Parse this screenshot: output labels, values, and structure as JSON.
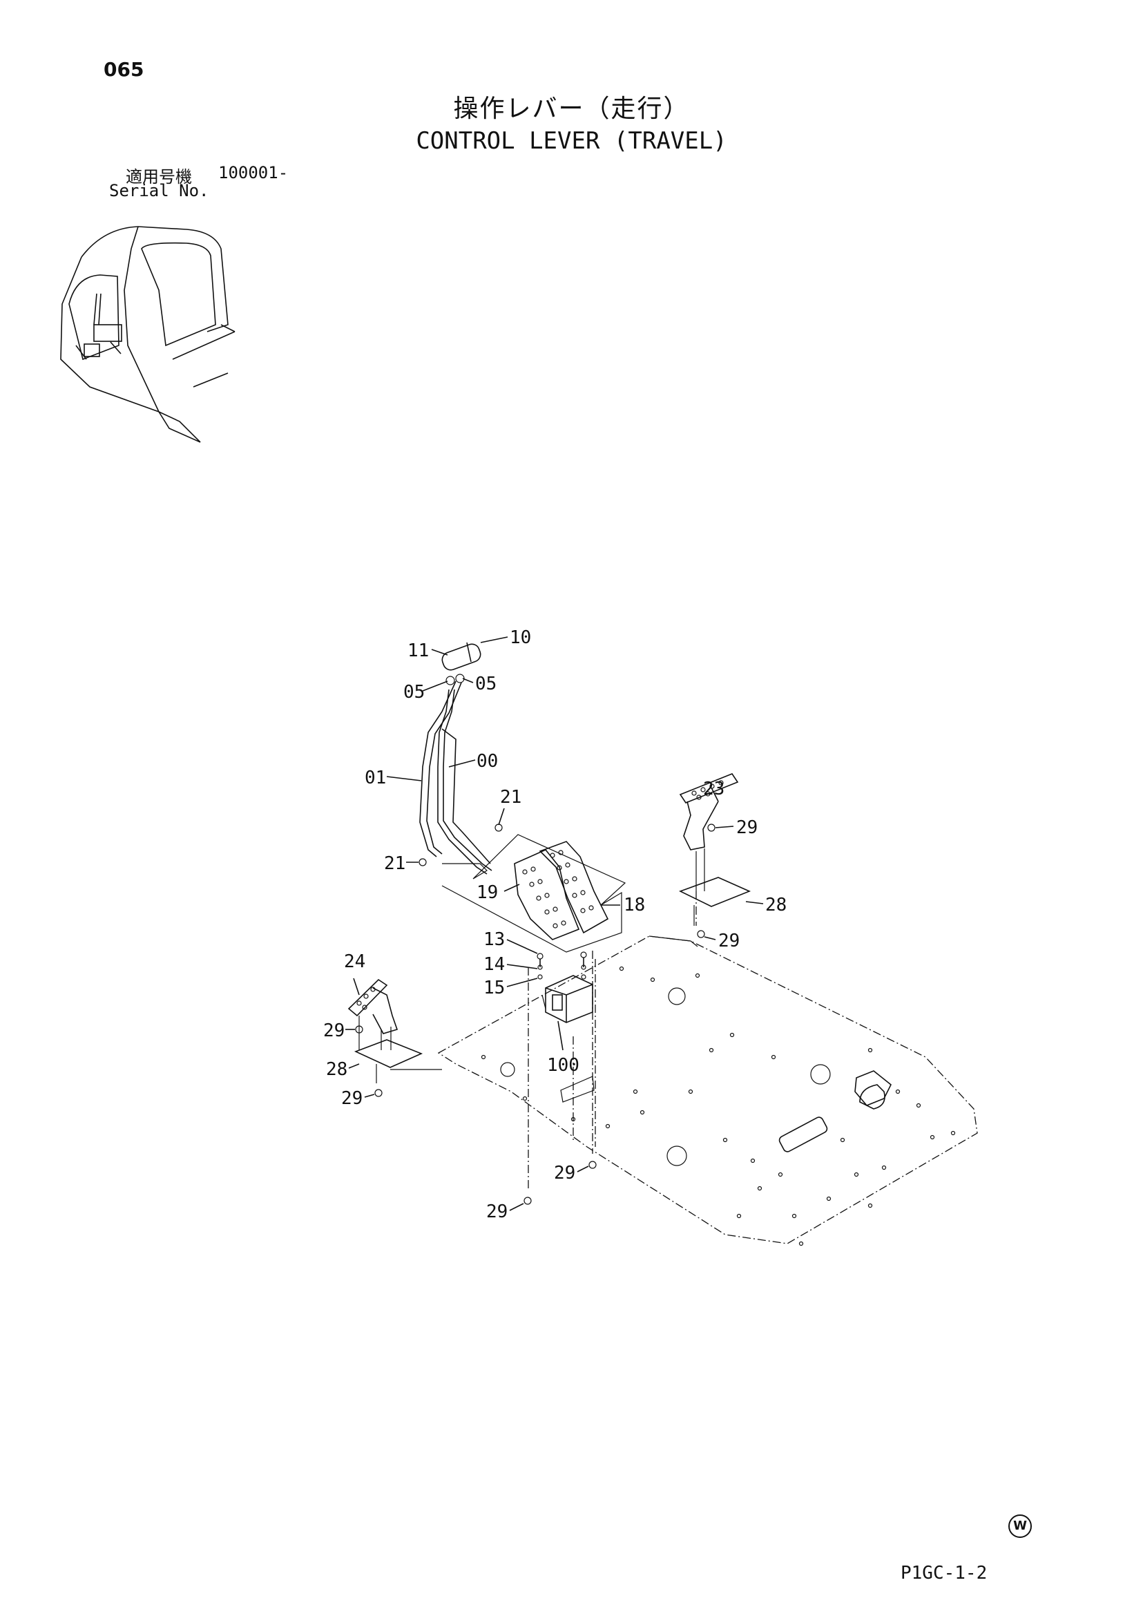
{
  "header": {
    "page_number": "065",
    "title_jp": "操作レバー（走行）",
    "title_en": "CONTROL LEVER (TRAVEL)",
    "serial_label_jp": "適用号機",
    "serial_value": "100001-",
    "serial_label_en": "Serial No."
  },
  "callouts": [
    {
      "id": "c10",
      "text": "10"
    },
    {
      "id": "c11",
      "text": "11"
    },
    {
      "id": "c05a",
      "text": "05"
    },
    {
      "id": "c05b",
      "text": "05"
    },
    {
      "id": "c01",
      "text": "01"
    },
    {
      "id": "c00",
      "text": "00"
    },
    {
      "id": "c21a",
      "text": "21"
    },
    {
      "id": "c21b",
      "text": "21"
    },
    {
      "id": "c19",
      "text": "19"
    },
    {
      "id": "c18",
      "text": "18"
    },
    {
      "id": "c23",
      "text": "23"
    },
    {
      "id": "c29a",
      "text": "29"
    },
    {
      "id": "c28a",
      "text": "28"
    },
    {
      "id": "c29b",
      "text": "29"
    },
    {
      "id": "c13",
      "text": "13"
    },
    {
      "id": "c14",
      "text": "14"
    },
    {
      "id": "c15",
      "text": "15"
    },
    {
      "id": "c24",
      "text": "24"
    },
    {
      "id": "c29c",
      "text": "29"
    },
    {
      "id": "c28b",
      "text": "28"
    },
    {
      "id": "c29d",
      "text": "29"
    },
    {
      "id": "c100",
      "text": "100"
    },
    {
      "id": "c29e",
      "text": "29"
    },
    {
      "id": "c29f",
      "text": "29"
    }
  ],
  "footer": {
    "code": "P1GC-1-2",
    "mark": "W"
  }
}
